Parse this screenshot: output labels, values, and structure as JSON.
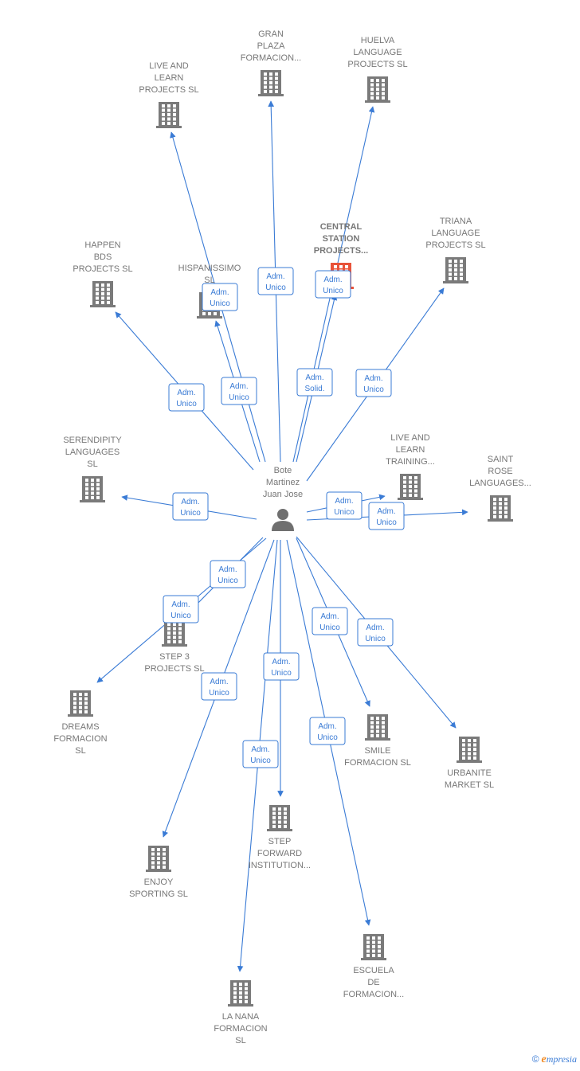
{
  "colors": {
    "edge": "#3a7bd5",
    "building": "#7a7a7a",
    "highlight": "#e8533a",
    "label": "#777777"
  },
  "center": {
    "id": "person",
    "lines": [
      "Bote",
      "Martinez",
      "Juan Jose"
    ],
    "icon": "person-icon"
  },
  "nodes": [
    {
      "id": "gran-plaza",
      "lines": [
        "GRAN",
        "PLAZA",
        "FORMACION..."
      ],
      "icon": "building-icon"
    },
    {
      "id": "huelva",
      "lines": [
        "HUELVA",
        "LANGUAGE",
        "PROJECTS  SL"
      ],
      "icon": "building-icon"
    },
    {
      "id": "live-learn-projects",
      "lines": [
        "LIVE AND",
        "LEARN",
        "PROJECTS  SL"
      ],
      "icon": "building-icon"
    },
    {
      "id": "central-station",
      "lines": [
        "CENTRAL",
        "STATION",
        "PROJECTS..."
      ],
      "icon": "building-icon",
      "highlight": true
    },
    {
      "id": "triana",
      "lines": [
        "TRIANA",
        "LANGUAGE",
        "PROJECTS  SL"
      ],
      "icon": "building-icon"
    },
    {
      "id": "happen-bds",
      "lines": [
        "HAPPEN",
        "BDS",
        "PROJECTS  SL"
      ],
      "icon": "building-icon"
    },
    {
      "id": "hispanissimo",
      "lines": [
        "HISPANISSIMO",
        "SL"
      ],
      "icon": "building-icon"
    },
    {
      "id": "serendipity",
      "lines": [
        "SERENDIPITY",
        "LANGUAGES",
        "SL"
      ],
      "icon": "building-icon"
    },
    {
      "id": "live-learn-training",
      "lines": [
        "LIVE AND",
        "LEARN",
        "TRAINING..."
      ],
      "icon": "building-icon"
    },
    {
      "id": "saint-rose",
      "lines": [
        "SAINT",
        "ROSE",
        "LANGUAGES..."
      ],
      "icon": "building-icon"
    },
    {
      "id": "step3",
      "lines": [
        "STEP 3",
        "PROJECTS  SL"
      ],
      "icon": "building-icon"
    },
    {
      "id": "dreams",
      "lines": [
        "DREAMS",
        "FORMACION",
        "SL"
      ],
      "icon": "building-icon"
    },
    {
      "id": "smile",
      "lines": [
        "SMILE",
        "FORMACION  SL"
      ],
      "icon": "building-icon"
    },
    {
      "id": "urbanite",
      "lines": [
        "URBANITE",
        "MARKET  SL"
      ],
      "icon": "building-icon"
    },
    {
      "id": "step-forward",
      "lines": [
        "STEP",
        "FORWARD",
        "INSTITUTION..."
      ],
      "icon": "building-icon"
    },
    {
      "id": "enjoy",
      "lines": [
        "ENJOY",
        "SPORTING  SL"
      ],
      "icon": "building-icon"
    },
    {
      "id": "escuela",
      "lines": [
        "ESCUELA",
        "DE",
        "FORMACION..."
      ],
      "icon": "building-icon"
    },
    {
      "id": "la-nana",
      "lines": [
        "LA NANA",
        "FORMACION",
        "SL"
      ],
      "icon": "building-icon"
    }
  ],
  "edges": [
    {
      "target": "gran-plaza",
      "role": [
        "Adm.",
        "Unico"
      ]
    },
    {
      "target": "huelva",
      "role": [
        "Adm.",
        "Unico"
      ]
    },
    {
      "target": "live-learn-projects",
      "role": [
        "Adm.",
        "Unico"
      ]
    },
    {
      "target": "central-station",
      "role": [
        "Adm.",
        "Solid."
      ]
    },
    {
      "target": "triana",
      "role": [
        "Adm.",
        "Unico"
      ]
    },
    {
      "target": "happen-bds",
      "role": [
        "Adm.",
        "Unico"
      ]
    },
    {
      "target": "hispanissimo",
      "role": [
        "Adm.",
        "Unico"
      ]
    },
    {
      "target": "serendipity",
      "role": [
        "Adm.",
        "Unico"
      ]
    },
    {
      "target": "live-learn-training",
      "role": [
        "Adm.",
        "Unico"
      ]
    },
    {
      "target": "saint-rose",
      "role": [
        "Adm.",
        "Unico"
      ]
    },
    {
      "target": "step3",
      "role": [
        "Adm.",
        "Unico"
      ]
    },
    {
      "target": "dreams",
      "role": [
        "Adm.",
        "Unico"
      ]
    },
    {
      "target": "smile",
      "role": [
        "Adm.",
        "Unico"
      ]
    },
    {
      "target": "urbanite",
      "role": [
        "Adm.",
        "Unico"
      ]
    },
    {
      "target": "step-forward",
      "role": [
        "Adm.",
        "Unico"
      ]
    },
    {
      "target": "enjoy",
      "role": [
        "Adm.",
        "Unico"
      ]
    },
    {
      "target": "escuela",
      "role": [
        "Adm.",
        "Unico"
      ]
    },
    {
      "target": "la-nana",
      "role": [
        "Adm.",
        "Unico"
      ]
    }
  ],
  "brand": {
    "copyright": "©",
    "initial": "e",
    "rest": "mpresia"
  }
}
